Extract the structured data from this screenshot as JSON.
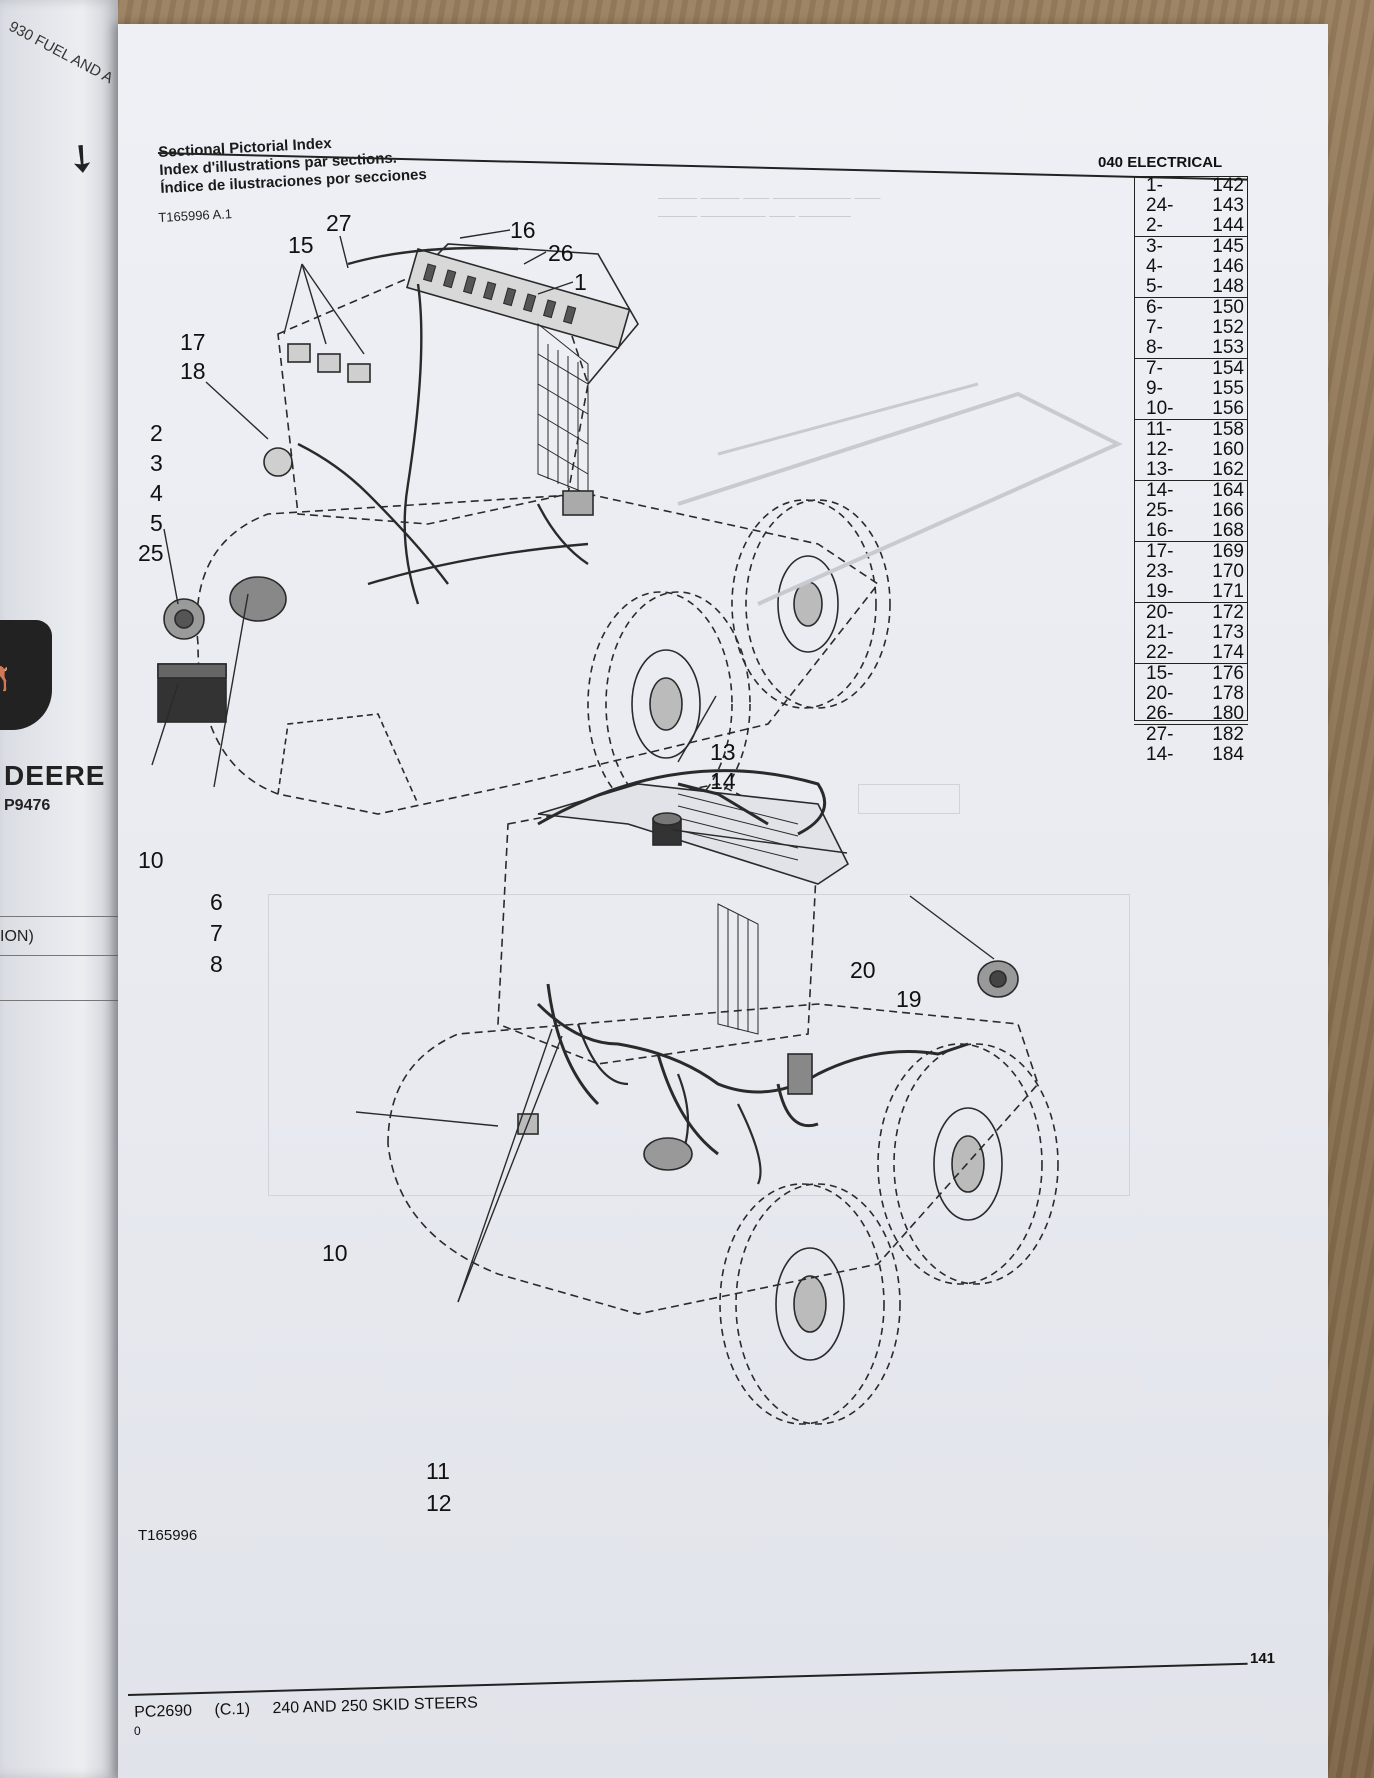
{
  "left_page": {
    "header": "930 FUEL AND A",
    "brand": "DEERE",
    "code": "P9476",
    "ion": "ION)"
  },
  "header": {
    "title_en": "Sectional Pictorial Index",
    "title_fr": "Index d'illustrations par sections.",
    "title_es": "Índice de ilustraciones por secciones",
    "ref": "T165996 A.1",
    "section": "040 ELECTRICAL"
  },
  "index": [
    {
      "key": "1-",
      "page": "142",
      "group_start": true
    },
    {
      "key": "24-",
      "page": "143"
    },
    {
      "key": "2-",
      "page": "144"
    },
    {
      "key": "3-",
      "page": "145",
      "group_start": true
    },
    {
      "key": "4-",
      "page": "146"
    },
    {
      "key": "5-",
      "page": "148"
    },
    {
      "key": "6-",
      "page": "150",
      "group_start": true
    },
    {
      "key": "7-",
      "page": "152"
    },
    {
      "key": "8-",
      "page": "153"
    },
    {
      "key": "7-",
      "page": "154",
      "group_start": true
    },
    {
      "key": "9-",
      "page": "155"
    },
    {
      "key": "10-",
      "page": "156"
    },
    {
      "key": "11-",
      "page": "158",
      "group_start": true
    },
    {
      "key": "12-",
      "page": "160"
    },
    {
      "key": "13-",
      "page": "162"
    },
    {
      "key": "14-",
      "page": "164",
      "group_start": true
    },
    {
      "key": "25-",
      "page": "166"
    },
    {
      "key": "16-",
      "page": "168"
    },
    {
      "key": "17-",
      "page": "169",
      "group_start": true
    },
    {
      "key": "23-",
      "page": "170"
    },
    {
      "key": "19-",
      "page": "171"
    },
    {
      "key": "20-",
      "page": "172",
      "group_start": true
    },
    {
      "key": "21-",
      "page": "173"
    },
    {
      "key": "22-",
      "page": "174"
    },
    {
      "key": "15-",
      "page": "176",
      "group_start": true
    },
    {
      "key": "20-",
      "page": "178"
    },
    {
      "key": "26-",
      "page": "180"
    },
    {
      "key": "27-",
      "page": "182",
      "group_start": true
    },
    {
      "key": "14-",
      "page": "184"
    }
  ],
  "callouts": {
    "c27": "27",
    "c15": "15",
    "c16": "16",
    "c26": "26",
    "c1": "1",
    "c17": "17",
    "c18": "18",
    "c2": "2",
    "c3": "3",
    "c4": "4",
    "c5": "5",
    "c25": "25",
    "c10a": "10",
    "c6": "6",
    "c7": "7",
    "c8": "8",
    "c13": "13",
    "c14": "14",
    "c20": "20",
    "c19": "19",
    "c10b": "10",
    "c11": "11",
    "c12": "12"
  },
  "figure_ref": "T165996",
  "footer": {
    "doc": "PC2690",
    "rev": "(C.1)",
    "title": "240 AND 250 SKID STEERS",
    "sub": "0",
    "page": "141"
  }
}
